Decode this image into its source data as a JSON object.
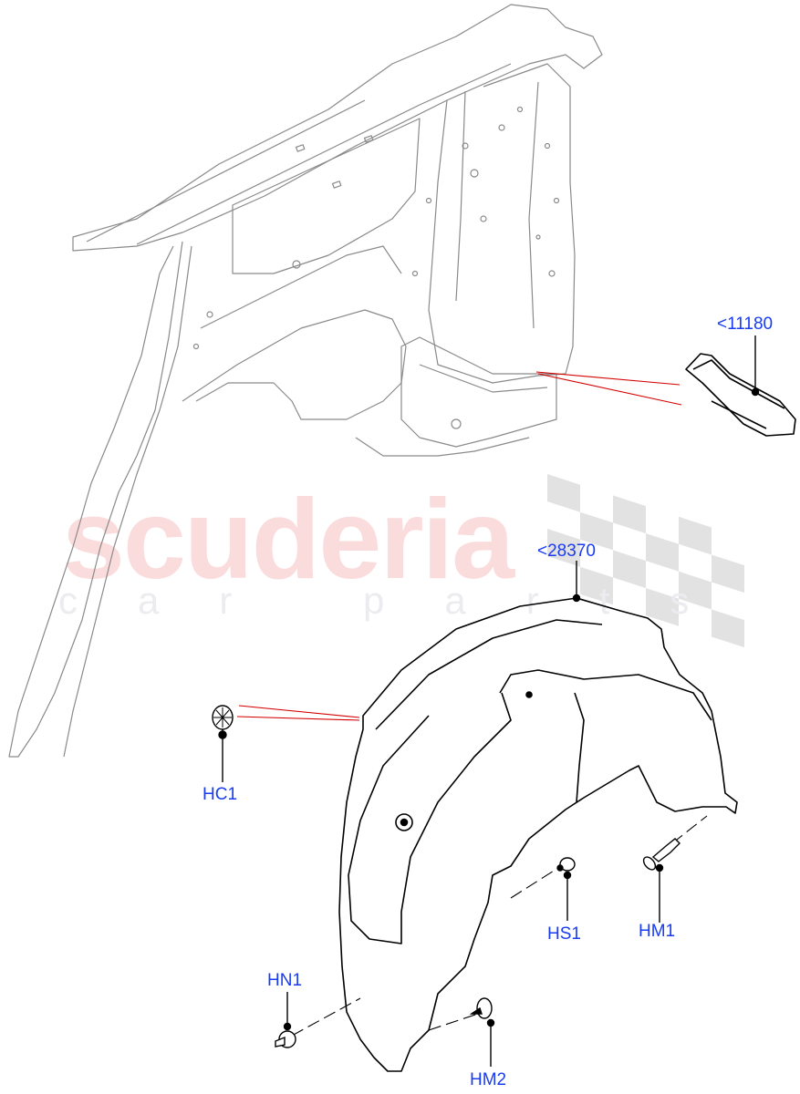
{
  "diagram": {
    "type": "exploded parts diagram",
    "watermark": {
      "brand": "scuderia",
      "tagline": "car parts"
    },
    "colors": {
      "label": "#1a3cf0",
      "leader_line": "#000000",
      "reference_line": "#d40000",
      "body_outline": "#8a8a8a",
      "part_outline": "#000000",
      "watermark_text": "#fbdcdc",
      "watermark_flag": "#e2e2e2"
    },
    "callouts": [
      {
        "id": "11180",
        "label": "<11180",
        "part": "bracket"
      },
      {
        "id": "28370",
        "label": "<28370",
        "part": "wheel arch liner"
      },
      {
        "id": "HC1",
        "label": "HC1",
        "part": "clip"
      },
      {
        "id": "HS1",
        "label": "HS1",
        "part": "screw"
      },
      {
        "id": "HM1",
        "label": "HM1",
        "part": "push rivet"
      },
      {
        "id": "HN1",
        "label": "HN1",
        "part": "nut"
      },
      {
        "id": "HM2",
        "label": "HM2",
        "part": "push rivet"
      }
    ]
  }
}
